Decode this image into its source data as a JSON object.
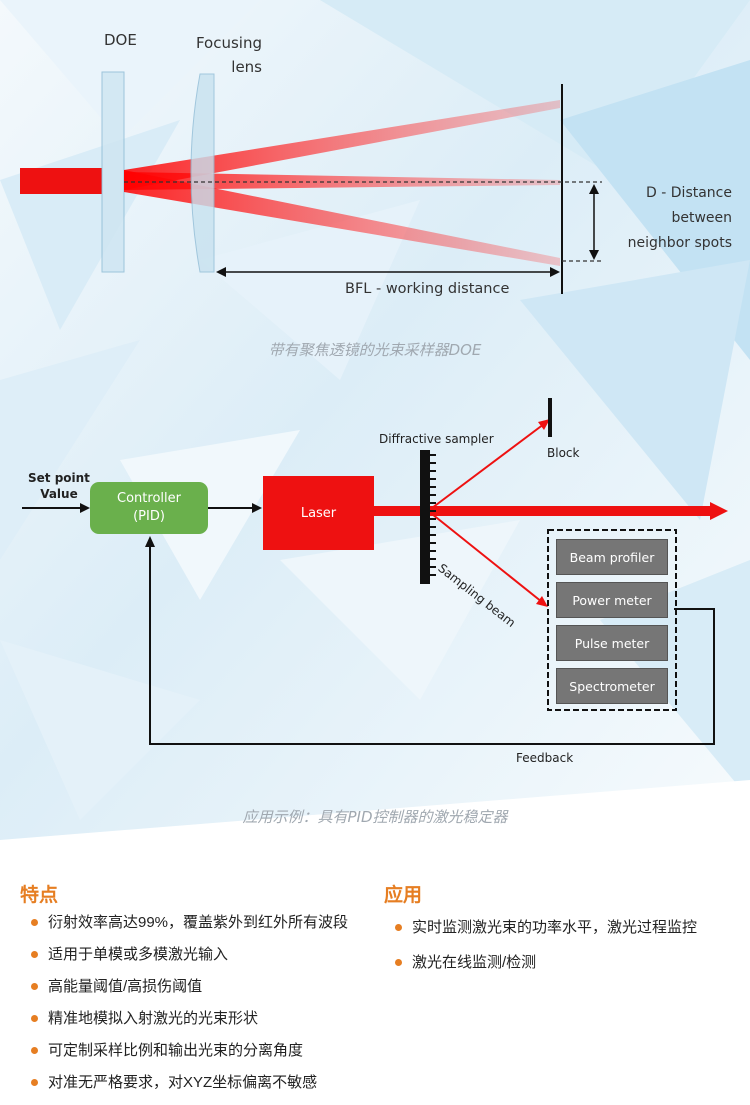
{
  "figure1": {
    "labels": {
      "doe": "DOE",
      "focusing_lens": "Focusing\nlens",
      "distance": "D - Distance\nbetween\nneighbor spots",
      "bfl": "BFL - working distance"
    },
    "caption": "带有聚焦透镜的光束采样器DOE"
  },
  "figure2": {
    "set_point": "Set point\nValue",
    "controller": "Controller\n(PID)",
    "laser": "Laser",
    "sampler": "Diffractive sampler",
    "block": "Block",
    "sampling_beam": "Sampling beam",
    "instruments": [
      "Beam profiler",
      "Power meter",
      "Pulse meter",
      "Spectrometer"
    ],
    "feedback": "Feedback",
    "caption": "应用示例：具有PID控制器的激光稳定器"
  },
  "features": {
    "title": "特点",
    "items": [
      "衍射效率高达99%，覆盖紫外到红外所有波段",
      "适用于单模或多模激光输入",
      "高能量阈值/高损伤阈值",
      "精准地模拟入射激光的光束形状",
      "可定制采样比例和输出光束的分离角度",
      "对准无严格要求，对XYZ坐标偏离不敏感"
    ]
  },
  "applications": {
    "title": "应用",
    "items": [
      "实时监测激光束的功率水平，激光过程监控",
      "激光在线监测/检测"
    ]
  },
  "colors": {
    "accent": "#e67e22",
    "laser_red": "#ee1111",
    "controller_green": "#6ab04c"
  }
}
